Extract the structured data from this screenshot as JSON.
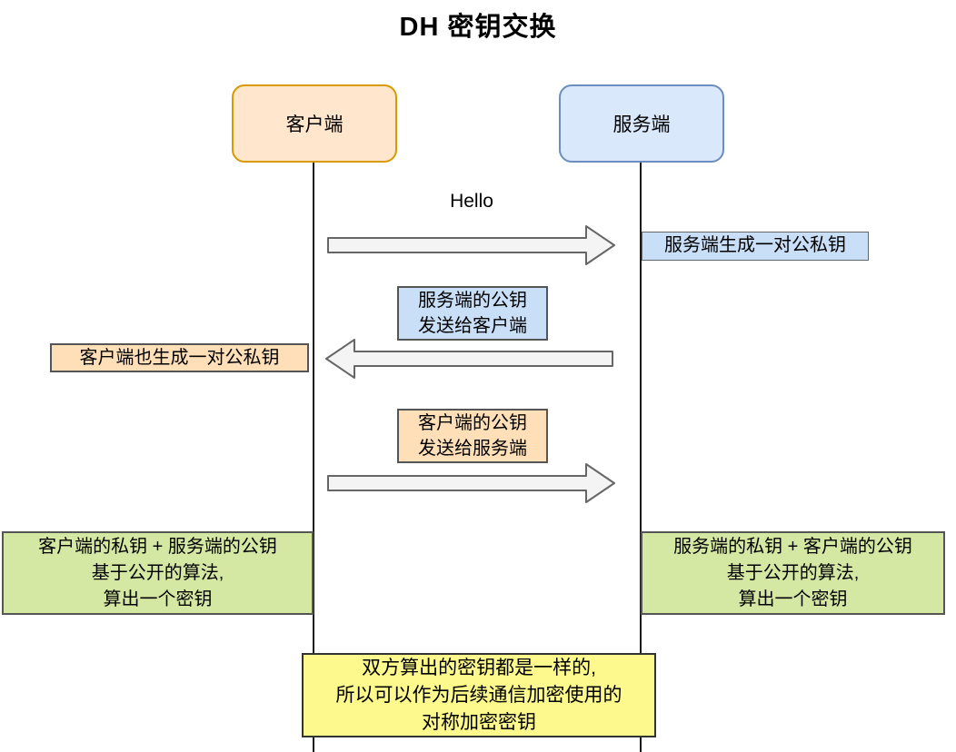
{
  "title": "DH 密钥交换",
  "actors": {
    "client": {
      "label": "客户端"
    },
    "server": {
      "label": "服务端"
    }
  },
  "messages": {
    "hello": {
      "label": "Hello",
      "direction": "client-to-server"
    },
    "server_pubkey": {
      "line1": "服务端的公钥",
      "line2": "发送给客户端",
      "direction": "server-to-client"
    },
    "client_pubkey": {
      "line1": "客户端的公钥",
      "line2": "发送给服务端",
      "direction": "client-to-server"
    }
  },
  "notes": {
    "server_gen": {
      "label": "服务端生成一对公私钥"
    },
    "client_gen": {
      "label": "客户端也生成一对公私钥"
    },
    "client_compute": {
      "line1": "客户端的私钥 + 服务端的公钥",
      "line2": "基于公开的算法,",
      "line3": "算出一个密钥"
    },
    "server_compute": {
      "line1": "服务端的私钥 + 客户端的公钥",
      "line2": "基于公开的算法,",
      "line3": "算出一个密钥"
    },
    "conclusion": {
      "line1": "双方算出的密钥都是一样的,",
      "line2": "所以可以作为后续通信加密使用的",
      "line3": "对称加密密钥"
    }
  },
  "colors": {
    "client_fill": "#FFE6CC",
    "client_border": "#D79B00",
    "server_fill": "#DAE8FC",
    "server_border": "#6C8EBF",
    "blue_note_fill": "#C9DFF7",
    "orange_note_fill": "#FFDFB8",
    "green_note_fill": "#D5E8A3",
    "yellow_note_fill": "#FDF98C",
    "arrow_fill": "#F4F4F4",
    "arrow_stroke": "#666666",
    "lifeline": "#1a1a1a"
  }
}
